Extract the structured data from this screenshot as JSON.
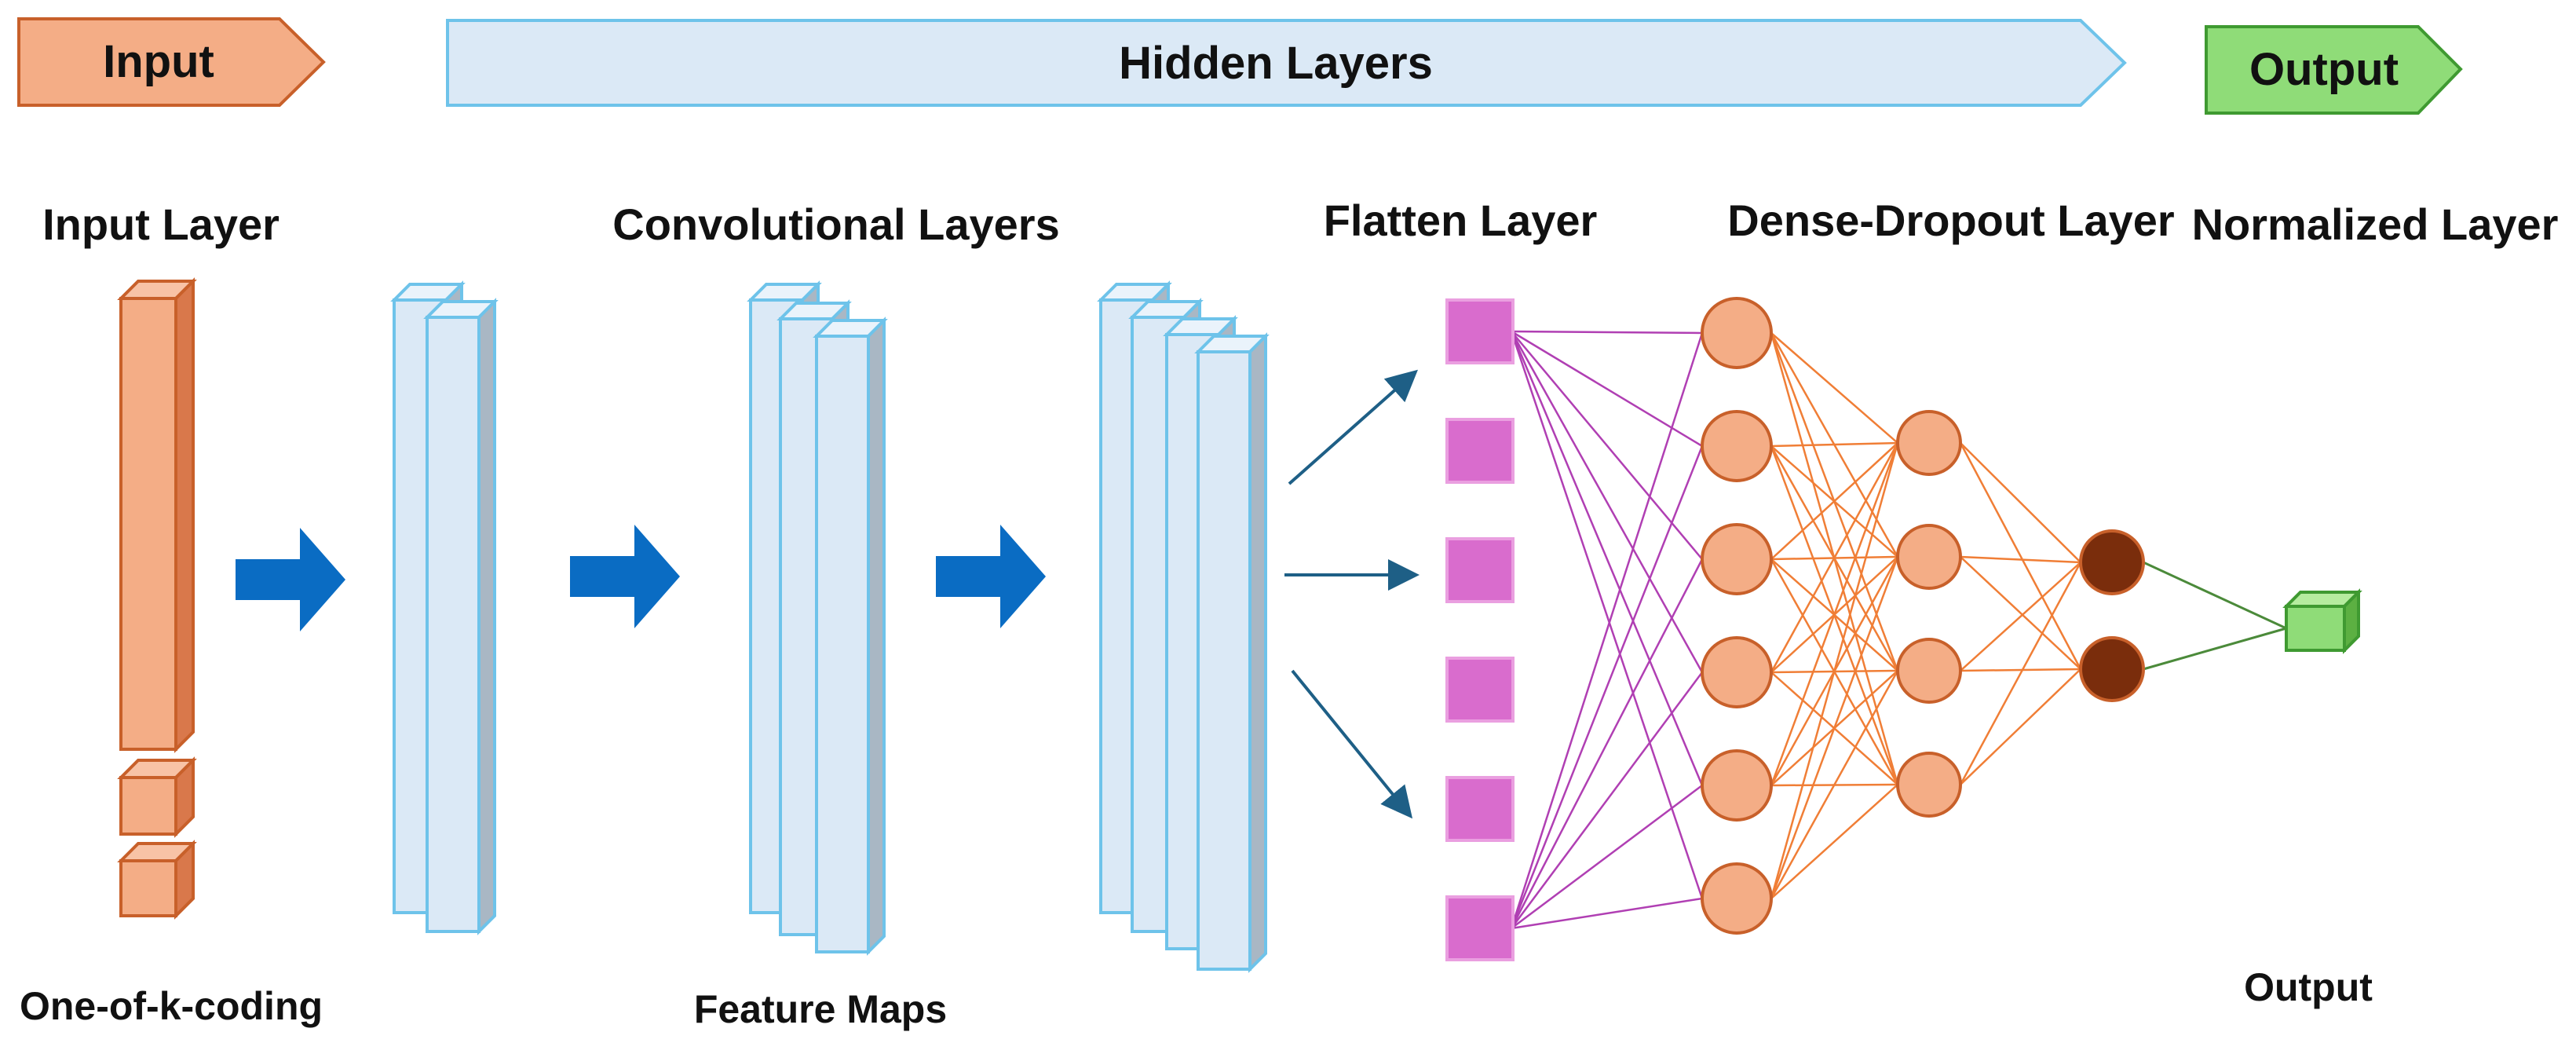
{
  "banners": {
    "input": "Input",
    "hidden": "Hidden Layers",
    "output": "Output"
  },
  "layer_titles": {
    "input_layer": "Input Layer",
    "conv_layers": "Convolutional Layers",
    "flatten_layer": "Flatten Layer",
    "dense_dropout_layer": "Dense-Dropout Layer",
    "normalized_layer": "Normalized Layer"
  },
  "captions": {
    "input": "One-of-k-coding",
    "conv": "Feature Maps",
    "output": "Output"
  },
  "colors": {
    "input_fill": "#f4ad86",
    "input_stroke": "#c8602a",
    "hidden_fill": "#dbe9f6",
    "hidden_stroke": "#6ec3ea",
    "output_fill": "#8fdc78",
    "output_stroke": "#3f9a31",
    "arrow_blue": "#0a6cc3",
    "flatten_fill": "#d96ccd",
    "flatten_stroke": "#ea9fe0",
    "dense_node_fill": "#f4ad86",
    "dense_node_stroke": "#c8602a",
    "dark_node_fill": "#7a2d0c",
    "purple_edge": "#b03fb3",
    "orange_edge": "#f07e36",
    "green_edge": "#4b8a3a",
    "teal_arrow": "#1e5f86"
  },
  "network": {
    "flatten_units": 6,
    "dense_1_units": 6,
    "dense_2_units": 4,
    "dense_3_units": 2,
    "output_units": 1
  }
}
